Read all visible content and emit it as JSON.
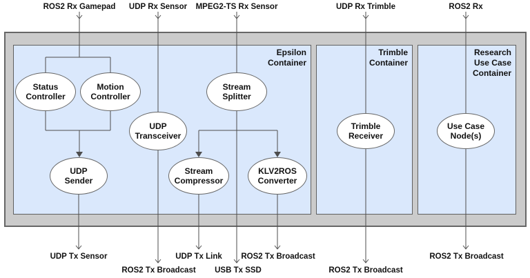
{
  "colors": {
    "container_fill": "#cbcbcb",
    "container_border": "#666666",
    "box_fill": "#dae8fc",
    "box_border": "#5f5f5f",
    "node_fill": "#ffffff",
    "node_border": "#666666",
    "edge": "#4d4d4d",
    "text": "#111111"
  },
  "containers": {
    "epsilon": "Epsilon\nContainer",
    "trimble": "Trimble\nContainer",
    "research": "Research\nUse Case\nContainer"
  },
  "nodes": {
    "status_controller": "Status\nController",
    "motion_controller": "Motion\nController",
    "stream_splitter": "Stream\nSplitter",
    "udp_transceiver": "UDP\nTransceiver",
    "udp_sender": "UDP\nSender",
    "stream_compressor": "Stream\nCompressor",
    "klv2ros_converter": "KLV2ROS\nConverter",
    "trimble_receiver": "Trimble\nReceiver",
    "use_case_nodes": "Use Case\nNode(s)"
  },
  "inputs": {
    "ros2_rx_gamepad": "ROS2 Rx Gamepad",
    "udp_rx_sensor": "UDP Rx Sensor",
    "mpeg2_ts_rx_sensor": "MPEG2-TS Rx Sensor",
    "udp_rx_trimble": "UDP Rx Trimble",
    "ros2_rx": "ROS2 Rx"
  },
  "outputs": {
    "udp_tx_sensor": "UDP Tx Sensor",
    "ros2_tx_broadcast_transceiver": "ROS2 Tx Broadcast",
    "udp_tx_link": "UDP Tx Link",
    "usb_tx_ssd": "USB Tx SSD",
    "ros2_tx_broadcast_klv": "ROS2 Tx Broadcast",
    "ros2_tx_broadcast_trimble": "ROS2 Tx Broadcast",
    "ros2_tx_broadcast_usecase": "ROS2 Tx Broadcast"
  }
}
